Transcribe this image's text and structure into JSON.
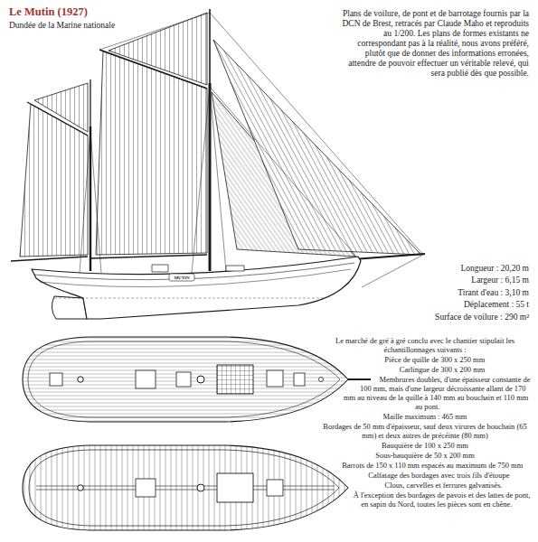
{
  "diagram": {
    "title": "Le Mutin (1927)",
    "labels": [
      "Dundée de la Marine nationale",
      "Plans de voilure, de pont et de barrotage fournis par la DCN de Brest, retracés par Claude Maho et reproduits au 1/200. Les plans de formes existants ne correspondant pas à la réalité, nous avons préféré, plutôt que de donner des informations erronées, attendre de pouvoir effectuer un véritable relevé, qui sera publié dès que possible.",
      "MUTIN",
      "Longueur : 20,20 m",
      "Largeur : 6,15 m",
      "Tirant d'eau : 3,10 m",
      "Déplacement : 55 t",
      "Surface de voilure : 290 m²",
      "Le marché de gré à gré conclu avec le chantier stipulait les échantillonnages suivants :",
      "Pièce de quille de 300 x 250 mm",
      "Carlingue de 300 x 200 mm",
      "Membrures doubles, d'une épaisseur constante de 100 mm, mais d'une largeur décroissante allant de 170 mm au niveau de la quille à 140 mm au bouchain et 110 mm au pont.",
      "Maille maximum : 465 mm",
      "Bordages de 50 mm d'épaisseur, sauf deux virures de bouchain (65 mm) et deux autres de précéinte (80 mm)",
      "Bauquière de 100 x 250 mm",
      "Sous-bauquière de 50 x 200 mm",
      "Barrots de 150 x 110 mm espacés au maximum de 750 mm",
      "Calfatage des bordages avec trois fils d'étoupe",
      "Clous, carvelles et ferrures galvanisés.",
      "À l'exception des bordages de pavois et des lattes de pont, en sapin du Nord, toutes les pièces sont en chêne."
    ]
  }
}
